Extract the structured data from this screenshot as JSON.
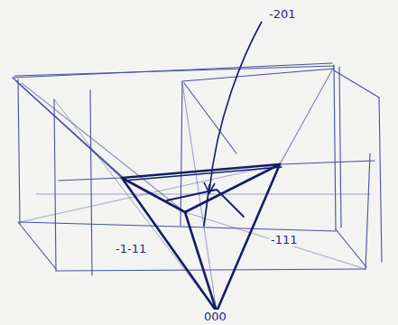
{
  "diagram": {
    "labels": [
      "-201",
      "-1-11",
      "-111",
      "000"
    ]
  }
}
